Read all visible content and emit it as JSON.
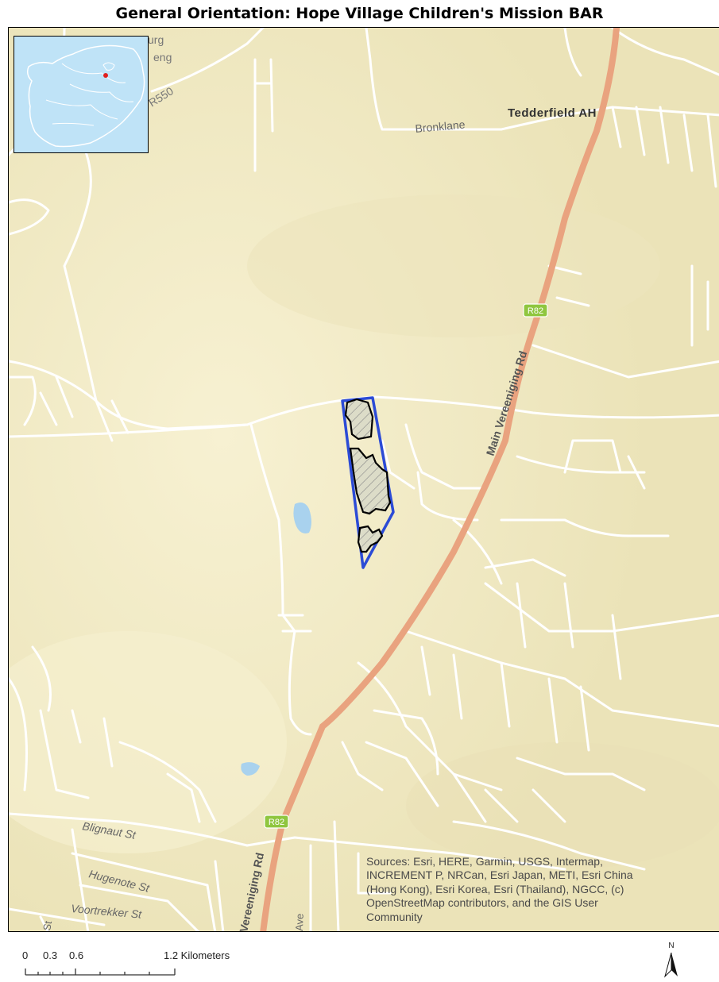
{
  "title": "General Orientation: Hope Village Children's Mission BAR",
  "map": {
    "place_labels": {
      "tedderfield": "Tedderfield AH",
      "bronklane": "Bronklane",
      "main_vereeniging_top": "Main Vereeniging Rd",
      "vereeniging_bottom": "Vereeniging Rd",
      "r550": "R550",
      "blignaut": "Blignaut St",
      "hugenote": "Hugenote St",
      "voortrekker": "Voortrekker St",
      "ave": "Ave",
      "st_edge": "St",
      "partial_top1": "urg",
      "partial_top2": "eng"
    },
    "shields": {
      "r82_top": "R82",
      "r82_bottom": "R82"
    },
    "attribution_lines": [
      "Sources: Esri, HERE, Garmin, USGS, Intermap,",
      "INCREMENT P, NRCan, Esri Japan, METI, Esri China",
      "(Hong Kong), Esri Korea, Esri (Thailand), NGCC, (c)",
      "OpenStreetMap contributors, and the GIS User",
      "Community"
    ],
    "colors": {
      "land": "#f1ebc6",
      "road_major": "#e9a37f",
      "road_minor": "#ffffff",
      "water": "#a9d2ee",
      "site_outline": "#2c4bd6",
      "parcel_outline": "#000000",
      "shield": "#8fc63f"
    }
  },
  "scalebar": {
    "ticks": [
      "0",
      "0.3",
      "0.6",
      "1.2 Kilometers"
    ]
  },
  "north_arrow": {
    "label": "N"
  }
}
